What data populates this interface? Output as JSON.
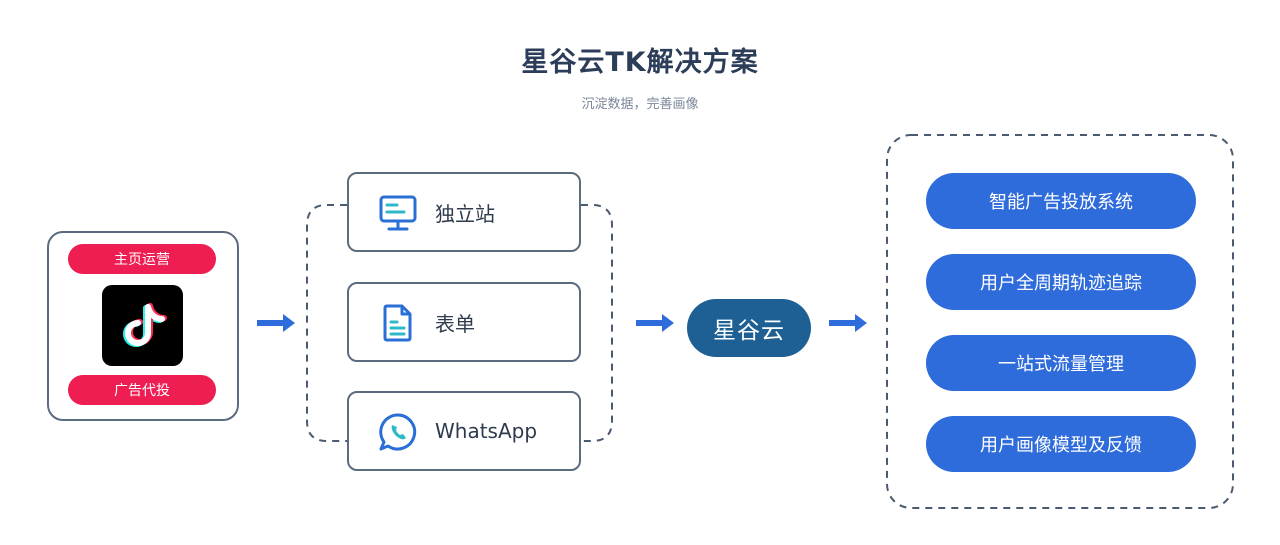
{
  "header": {
    "title": "星谷云TK解决方案",
    "subtitle": "沉淀数据，完善画像"
  },
  "source": {
    "top_label": "主页运营",
    "bottom_label": "广告代投",
    "logo_icon": "tiktok-logo-icon"
  },
  "channels": [
    {
      "label": "独立站",
      "icon": "monitor-icon"
    },
    {
      "label": "表单",
      "icon": "document-icon"
    },
    {
      "label": "WhatsApp",
      "icon": "whatsapp-icon"
    }
  ],
  "hub": {
    "label": "星谷云"
  },
  "features": [
    {
      "label": "智能广告投放系统"
    },
    {
      "label": "用户全周期轨迹追踪"
    },
    {
      "label": "一站式流量管理"
    },
    {
      "label": "用户画像模型及反馈"
    }
  ],
  "colors": {
    "red_pill": "#ee1d52",
    "hub": "#1e5f94",
    "blue_pill": "#2f6cdb",
    "arrow": "#2f6cdb",
    "border": "#5c6b80",
    "icon_blue": "#2a6fd6"
  }
}
